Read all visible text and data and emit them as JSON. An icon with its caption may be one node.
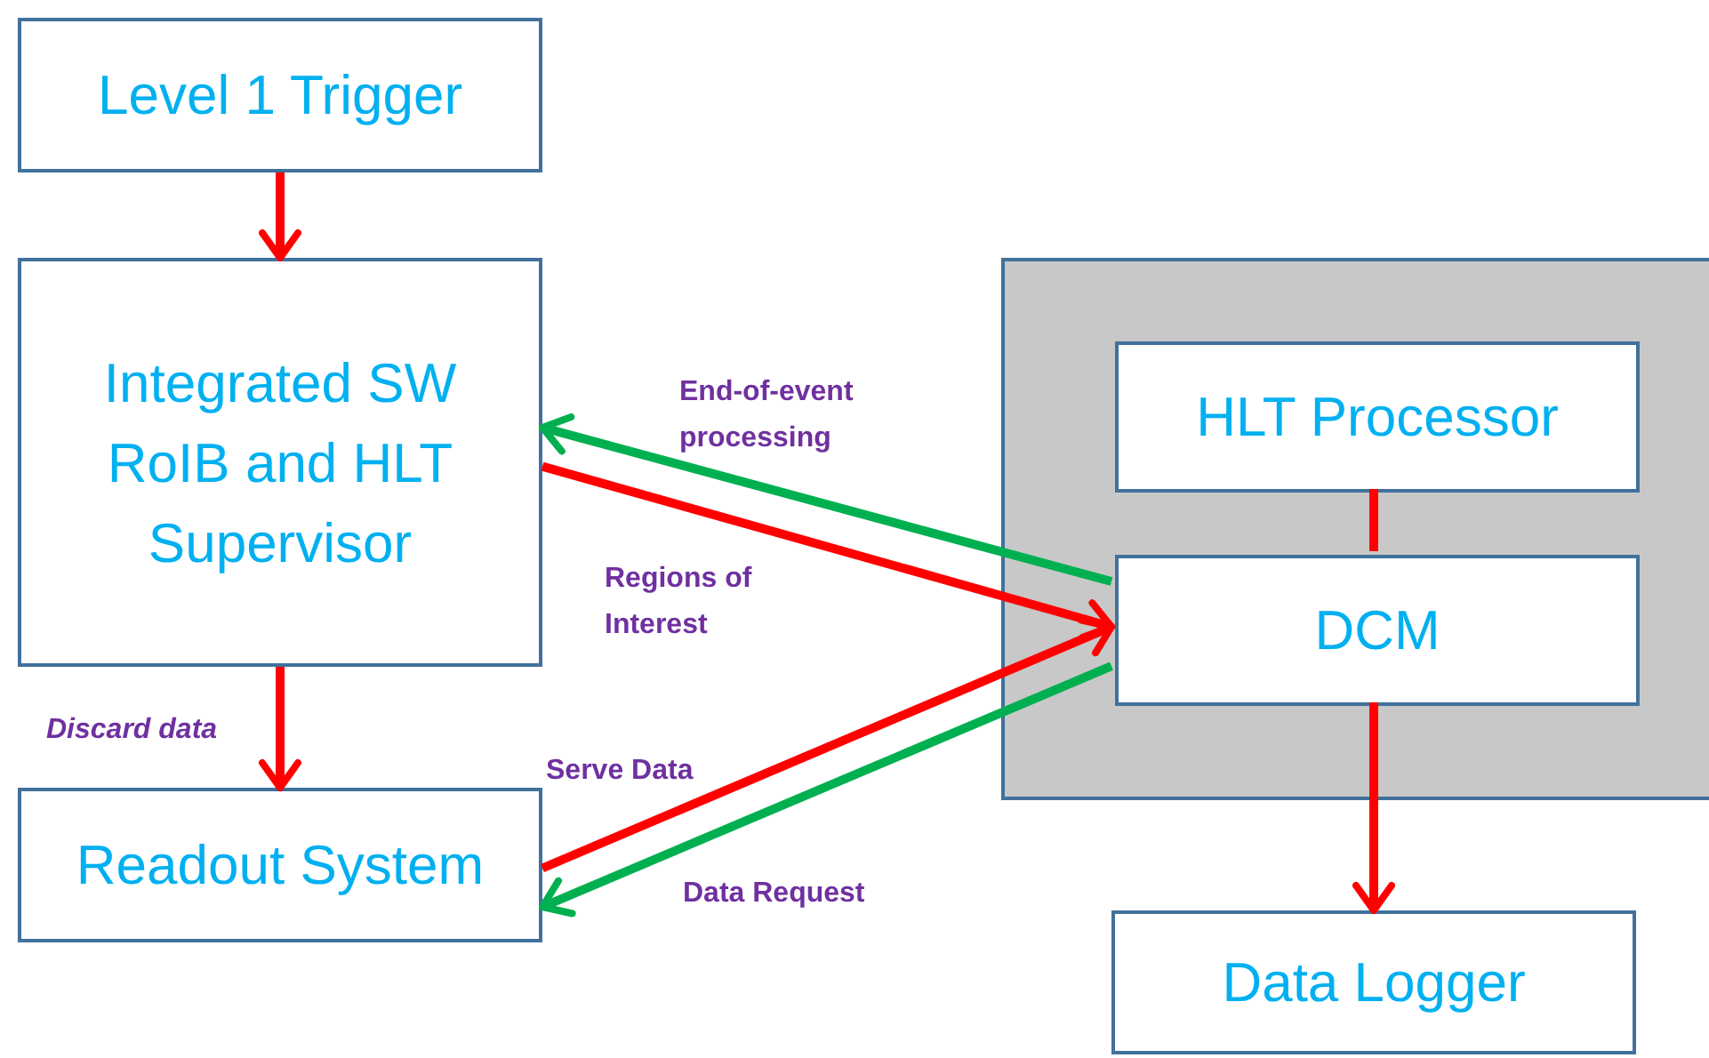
{
  "diagram": {
    "nodes": [
      {
        "text": [
          "Level 1 Trigger"
        ]
      },
      {
        "text": [
          "Integrated SW RoIB and HLT Supervisor"
        ]
      },
      {
        "text": [
          "Readout System"
        ]
      },
      {
        "text": [],
        "shape": "box"
      },
      {
        "text": [
          "HLT Processor"
        ],
        "in": 3
      },
      {
        "text": [
          "DCM"
        ],
        "in": 3
      },
      {
        "text": [
          "Data Logger"
        ]
      }
    ],
    "edges": [
      {
        "from": 0,
        "to": 1,
        "arrow": "to"
      },
      {
        "from": 1,
        "to": 2,
        "arrow": "to",
        "label": "Discard data"
      },
      {
        "from": 5,
        "to": 1,
        "arrow": "to",
        "label": "End-of-event processing",
        "color": "#00b050"
      },
      {
        "from": 1,
        "to": 5,
        "arrow": "to",
        "label": "Regions of Interest"
      },
      {
        "from": 2,
        "to": 5,
        "arrow": "to",
        "label": "Serve Data"
      },
      {
        "from": 5,
        "to": 2,
        "arrow": "to",
        "label": "Data Request",
        "color": "#00b050"
      },
      {
        "from": 4,
        "to": 5,
        "arrow": "none"
      },
      {
        "from": 5,
        "to": 6,
        "arrow": "to"
      }
    ]
  }
}
